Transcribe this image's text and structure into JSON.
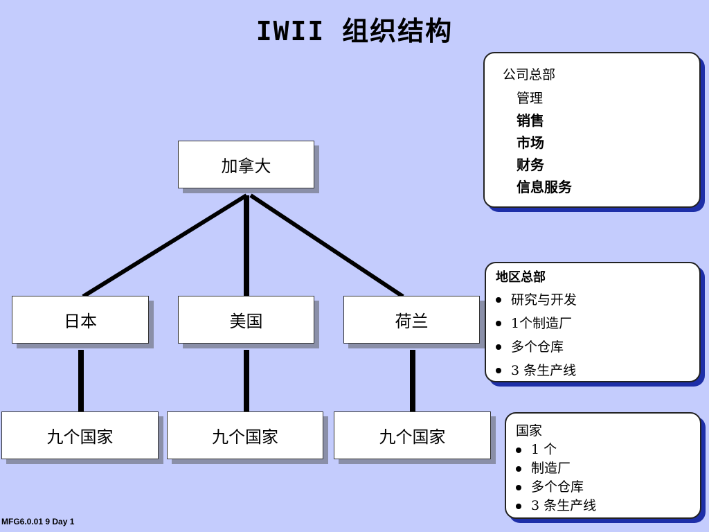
{
  "title": "IWII 组织结构",
  "org": {
    "root": "加拿大",
    "regions": [
      "日本",
      "美国",
      "荷兰"
    ],
    "countries": [
      "九个国家",
      "九个国家",
      "九个国家"
    ]
  },
  "hq_panel": {
    "title": "公司总部",
    "items": [
      "管理",
      "销售",
      "市场",
      "财务",
      "信息服务"
    ]
  },
  "regional_panel": {
    "title": "地区总部",
    "items": [
      "研究与开发",
      "1个制造厂",
      "多个仓库",
      "3  条生产线"
    ]
  },
  "country_panel": {
    "title": "国家",
    "items": [
      "1  个",
      "制造厂",
      "多个仓库",
      "3  条生产线"
    ]
  },
  "footer": "MFG6.0.01  9  Day 1",
  "colors": {
    "background": "#C4CCFD",
    "node_shadow": "#8A8FA8",
    "panel_shadow": "#1E2FA8",
    "line": "#000000"
  }
}
